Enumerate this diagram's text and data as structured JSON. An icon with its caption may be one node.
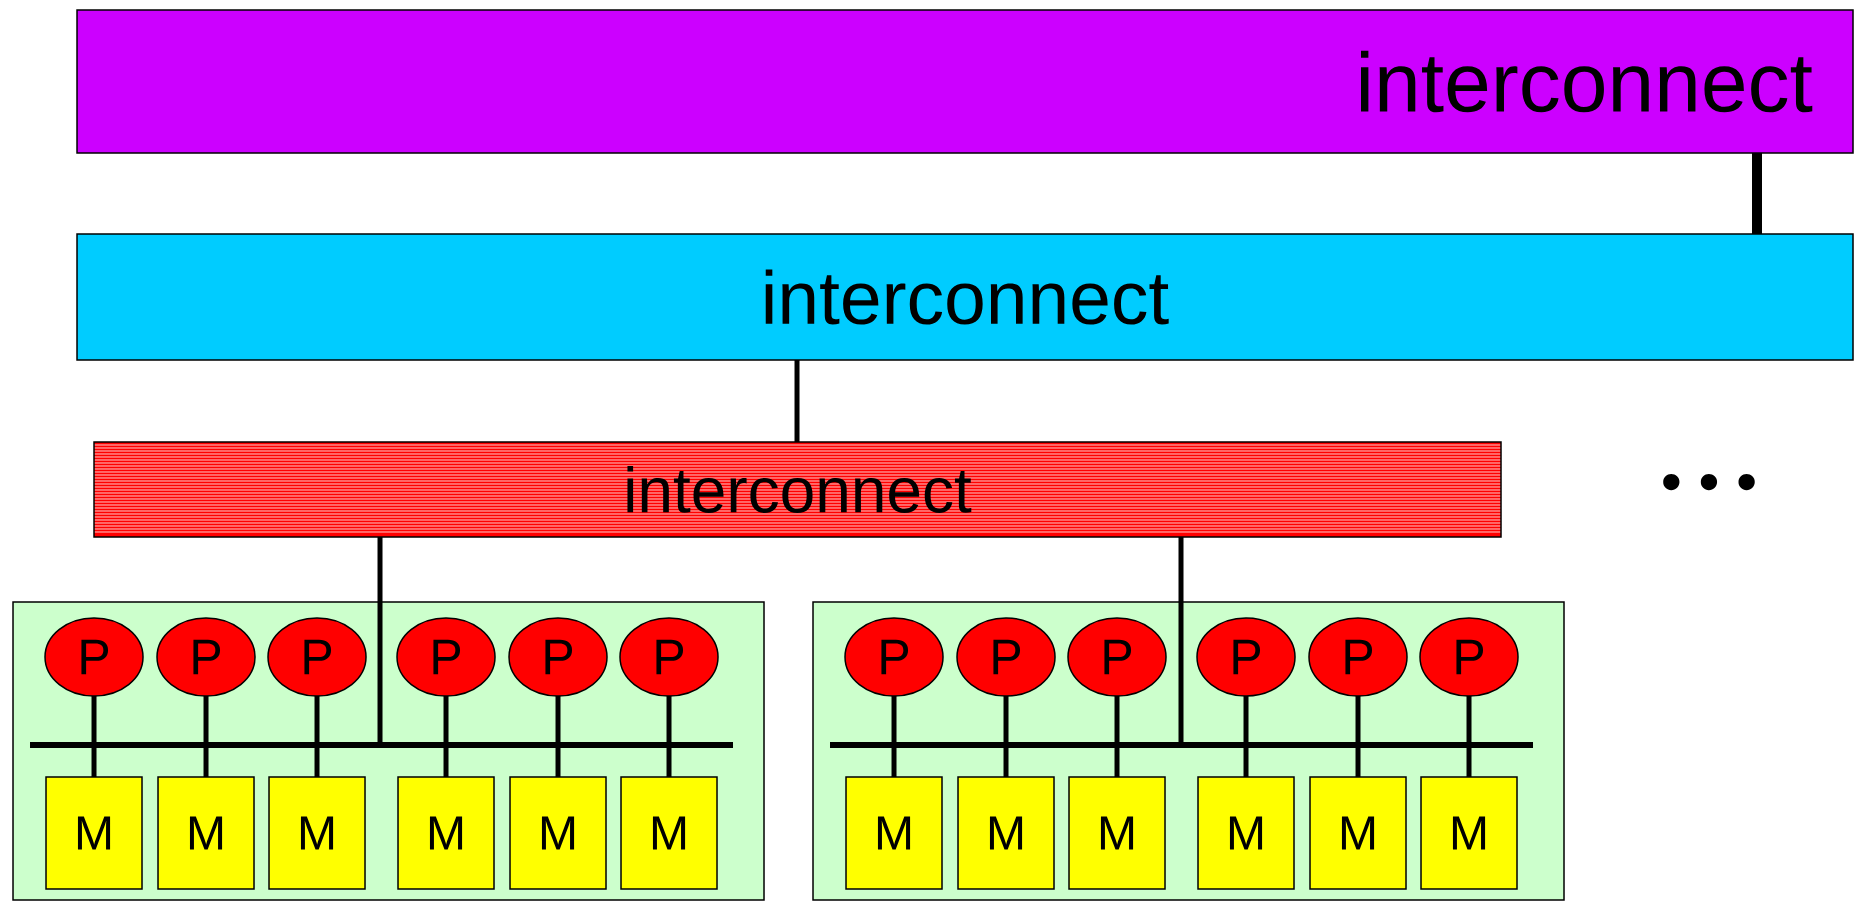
{
  "diagram": {
    "nodes": [
      {
        "text": [
          "interconnect"
        ]
      },
      {
        "text": [
          "interconnect"
        ]
      },
      {
        "text": [
          "interconnect"
        ]
      },
      {
        "text": [],
        "shape": "box"
      },
      {
        "text": [
          "P"
        ],
        "in": 3
      },
      {
        "text": [
          "P"
        ],
        "in": 3
      },
      {
        "text": [
          "P"
        ],
        "in": 3
      },
      {
        "text": [
          "P"
        ],
        "in": 3
      },
      {
        "text": [
          "P"
        ],
        "in": 3
      },
      {
        "text": [
          "P"
        ],
        "in": 3
      },
      {
        "text": [],
        "shape": "bar",
        "in": 3
      },
      {
        "text": [
          "M"
        ],
        "in": 3
      },
      {
        "text": [
          "M"
        ],
        "in": 3
      },
      {
        "text": [
          "M"
        ],
        "in": 3
      },
      {
        "text": [
          "M"
        ],
        "in": 3
      },
      {
        "text": [
          "M"
        ],
        "in": 3
      },
      {
        "text": [
          "M"
        ],
        "in": 3
      },
      {
        "text": [],
        "shape": "box"
      },
      {
        "text": [
          "P"
        ],
        "in": 17
      },
      {
        "text": [
          "P"
        ],
        "in": 17
      },
      {
        "text": [
          "P"
        ],
        "in": 17
      },
      {
        "text": [
          "P"
        ],
        "in": 17
      },
      {
        "text": [
          "P"
        ],
        "in": 17
      },
      {
        "text": [
          "P"
        ],
        "in": 17
      },
      {
        "text": [],
        "shape": "bar",
        "in": 17
      },
      {
        "text": [
          "M"
        ],
        "in": 17
      },
      {
        "text": [
          "M"
        ],
        "in": 17
      },
      {
        "text": [
          "M"
        ],
        "in": 17
      },
      {
        "text": [
          "M"
        ],
        "in": 17
      },
      {
        "text": [
          "M"
        ],
        "in": 17
      },
      {
        "text": [
          "M"
        ],
        "in": 17
      }
    ],
    "edges": [
      {
        "from": 0,
        "to": 1,
        "arrow": "none",
        "style": "thick"
      },
      {
        "from": 1,
        "to": 2,
        "arrow": "none"
      },
      {
        "from": 2,
        "to": 10,
        "arrow": "none"
      },
      {
        "from": 2,
        "to": 24,
        "arrow": "none"
      },
      {
        "from": 4,
        "to": 10,
        "arrow": "none"
      },
      {
        "from": 5,
        "to": 10,
        "arrow": "none"
      },
      {
        "from": 6,
        "to": 10,
        "arrow": "none"
      },
      {
        "from": 7,
        "to": 10,
        "arrow": "none"
      },
      {
        "from": 8,
        "to": 10,
        "arrow": "none"
      },
      {
        "from": 9,
        "to": 10,
        "arrow": "none"
      },
      {
        "from": 10,
        "to": 11,
        "arrow": "none"
      },
      {
        "from": 10,
        "to": 12,
        "arrow": "none"
      },
      {
        "from": 10,
        "to": 13,
        "arrow": "none"
      },
      {
        "from": 10,
        "to": 14,
        "arrow": "none"
      },
      {
        "from": 10,
        "to": 15,
        "arrow": "none"
      },
      {
        "from": 10,
        "to": 16,
        "arrow": "none"
      },
      {
        "from": 18,
        "to": 24,
        "arrow": "none"
      },
      {
        "from": 19,
        "to": 24,
        "arrow": "none"
      },
      {
        "from": 20,
        "to": 24,
        "arrow": "none"
      },
      {
        "from": 21,
        "to": 24,
        "arrow": "none"
      },
      {
        "from": 22,
        "to": 24,
        "arrow": "none"
      },
      {
        "from": 23,
        "to": 24,
        "arrow": "none"
      },
      {
        "from": 24,
        "to": 25,
        "arrow": "none"
      },
      {
        "from": 24,
        "to": 26,
        "arrow": "none"
      },
      {
        "from": 24,
        "to": 27,
        "arrow": "none"
      },
      {
        "from": 24,
        "to": 28,
        "arrow": "none"
      },
      {
        "from": 24,
        "to": 29,
        "arrow": "none"
      },
      {
        "from": 24,
        "to": 30,
        "arrow": "none"
      }
    ],
    "labels": [
      "• • •"
    ]
  }
}
